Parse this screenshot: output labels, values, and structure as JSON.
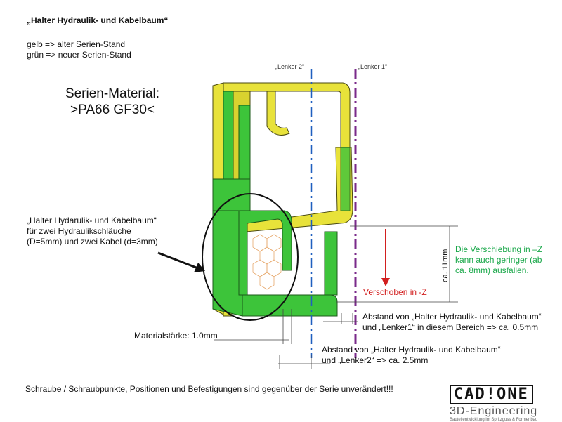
{
  "title": "„Halter Hydraulik- und Kabelbaum“",
  "legend": {
    "yellow": "gelb => alter Serien-Stand",
    "green": "grün => neuer Serien-Stand"
  },
  "material": {
    "line1": "Serien-Material:",
    "line2": ">PA66 GF30<"
  },
  "lenker": {
    "lenker2": "„Lenker 2“",
    "lenker1": "„Lenker 1“"
  },
  "holder_note": {
    "line1": "„Halter Hydarulik- und Kabelbaum“",
    "line2": "für zwei Hydraulikschläuche",
    "line3": "(D=5mm) und zwei Kabel (d=3mm)"
  },
  "dimension_vertical": "ca. 11mm",
  "shift_note": {
    "line1": "Die Verschiebung in –Z",
    "line2": "kann auch geringer (ab",
    "line3": "ca. 8mm) ausfallen."
  },
  "shifted_label": "Verschoben in -Z",
  "gap_lenker1": {
    "line1": "Abstand von „Halter Hydraulik- und Kabelbaum“",
    "line2": "und „Lenker1“ in diesem Bereich => ca. 0.5mm"
  },
  "wall_thickness": "Materialstärke: 1.0mm",
  "gap_lenker2": {
    "line1": "Abstand von „Halter Hydraulik- und Kabelbaum“",
    "line2": "und „Lenker2“ => ca. 2.5mm"
  },
  "footer": "Schraube / Schraubpunkte, Positionen und Befestigungen sind gegenüber der Serie unverändert!!!",
  "logo": {
    "brand": "CAD!ONE",
    "line2": "3D-Engineering",
    "line3": "Bauteilentwicklung im Spritzguss & Formenbau"
  },
  "colors": {
    "yellow_part": "#e8e23a",
    "green_part": "#3dc43a",
    "lenker2_line": "#1f5fbf",
    "lenker1_line": "#7a2a8a",
    "arrow": "#d21f1f",
    "note_green": "#1aa84a"
  }
}
